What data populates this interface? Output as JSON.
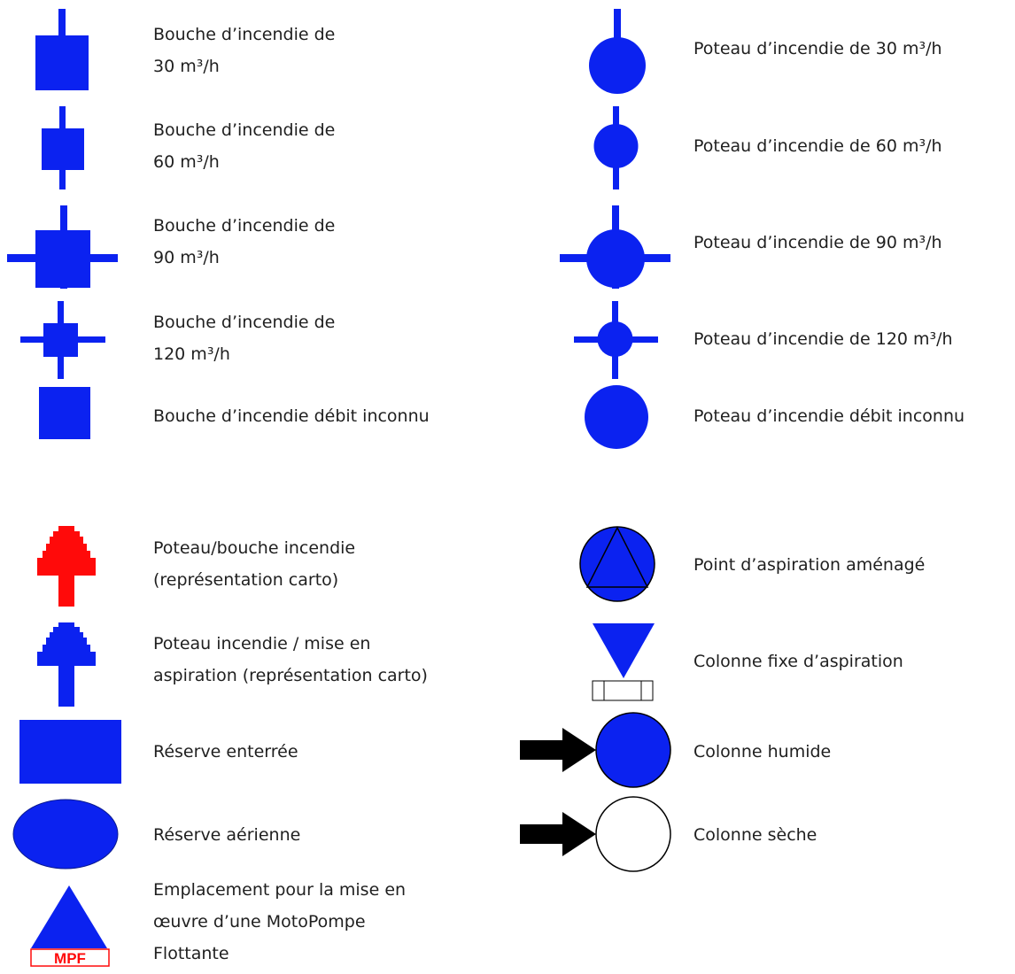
{
  "colors": {
    "blue": "#0b22f0",
    "red": "#ff0a0a",
    "black": "#000000"
  },
  "items": {
    "bouche_30": {
      "icon": "square-hydrant-top-stem-icon",
      "lines": [
        "Bouche d’incendie de",
        "30 m³/h"
      ]
    },
    "bouche_60": {
      "icon": "square-hydrant-vertical-icon",
      "lines": [
        "Bouche d’incendie de",
        "60 m³/h"
      ]
    },
    "bouche_90": {
      "icon": "square-hydrant-cross-icon",
      "lines": [
        "Bouche d’incendie de",
        "90 m³/h"
      ]
    },
    "bouche_120": {
      "icon": "square-hydrant-small-cross-icon",
      "lines": [
        "Bouche d’incendie de",
        "120 m³/h"
      ]
    },
    "bouche_inconnu": {
      "icon": "square-hydrant-plain-icon",
      "lines": [
        "Bouche d’incendie débit inconnu"
      ]
    },
    "poteau_30": {
      "icon": "circle-hydrant-top-stem-icon",
      "lines": [
        "Poteau d’incendie de 30 m³/h"
      ]
    },
    "poteau_60": {
      "icon": "circle-hydrant-vertical-icon",
      "lines": [
        "Poteau d’incendie de 60 m³/h"
      ]
    },
    "poteau_90": {
      "icon": "circle-hydrant-cross-icon",
      "lines": [
        "Poteau d’incendie de 90 m³/h"
      ]
    },
    "poteau_120": {
      "icon": "circle-hydrant-small-cross-icon",
      "lines": [
        "Poteau d’incendie de 120 m³/h"
      ]
    },
    "poteau_inconnu": {
      "icon": "circle-hydrant-plain-icon",
      "lines": [
        "Poteau d’incendie débit inconnu"
      ]
    },
    "carto_red": {
      "icon": "red-hydrant-icon",
      "lines": [
        "Poteau/bouche incendie",
        "(représentation carto)"
      ]
    },
    "carto_blue": {
      "icon": "blue-hydrant-icon",
      "lines": [
        "Poteau incendie / mise en",
        "aspiration (représentation carto)"
      ]
    },
    "reserve_enterree": {
      "icon": "rectangle-reserve-icon",
      "lines": [
        "Réserve enterrée"
      ]
    },
    "reserve_aerienne": {
      "icon": "ellipse-reserve-icon",
      "lines": [
        "Réserve aérienne"
      ]
    },
    "mpf": {
      "icon": "triangle-mpf-icon",
      "badge": "MPF",
      "lines": [
        "Emplacement pour la mise en",
        "œuvre d’une MotoPompe",
        "Flottante"
      ]
    },
    "aspiration_amenage": {
      "icon": "circle-triangle-icon",
      "lines": [
        "Point d’aspiration aménagé"
      ]
    },
    "colonne_fixe": {
      "icon": "inverted-triangle-pipe-icon",
      "lines": [
        "Colonne fixe d’aspiration"
      ]
    },
    "colonne_humide": {
      "icon": "arrow-blue-circle-icon",
      "lines": [
        "Colonne humide"
      ]
    },
    "colonne_seche": {
      "icon": "arrow-white-circle-icon",
      "lines": [
        "Colonne sèche"
      ]
    }
  }
}
